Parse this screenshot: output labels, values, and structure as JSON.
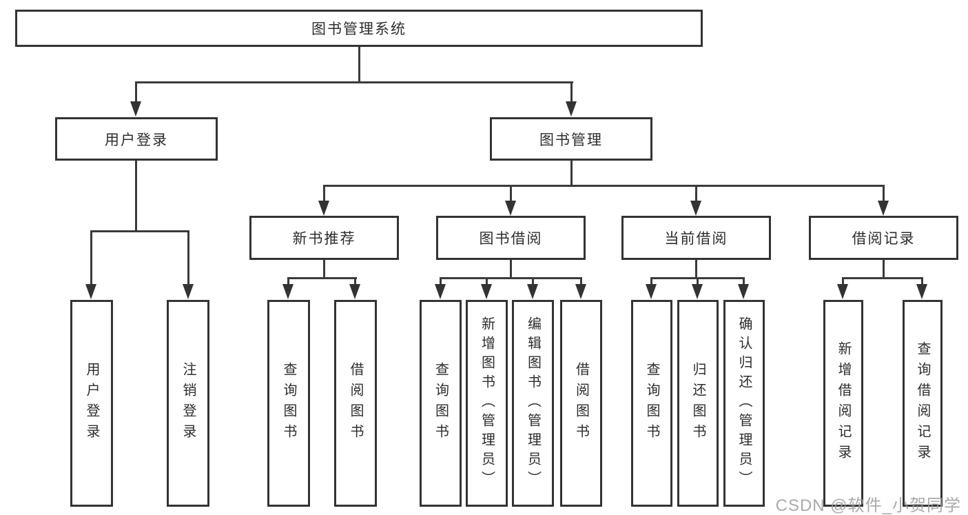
{
  "diagram": {
    "type": "function-structure-tree",
    "root": {
      "label": "图书管理系统"
    },
    "level2": [
      {
        "label": "用户登录",
        "children": [
          "用户登录",
          "注销登录"
        ]
      },
      {
        "label": "图书管理"
      }
    ],
    "level3": [
      {
        "label": "新书推荐",
        "children": [
          "查询图书",
          "借阅图书"
        ]
      },
      {
        "label": "图书借阅",
        "children": [
          "查询图书",
          "新增图书（管理员）",
          "编辑图书（管理员）",
          "借阅图书"
        ]
      },
      {
        "label": "当前借阅",
        "children": [
          "查询图书",
          "归还图书",
          "确认归还（管理员）"
        ]
      },
      {
        "label": "借阅记录",
        "children": [
          "新增借阅记录",
          "查询借阅记录"
        ]
      }
    ],
    "watermark": "CSDN @软件_小贺同学",
    "colors": {
      "line": "#3a3a3a",
      "box_border": "#333333",
      "text": "#2d2d2d",
      "watermark": "#9e9e9e",
      "background": "#ffffff"
    }
  }
}
